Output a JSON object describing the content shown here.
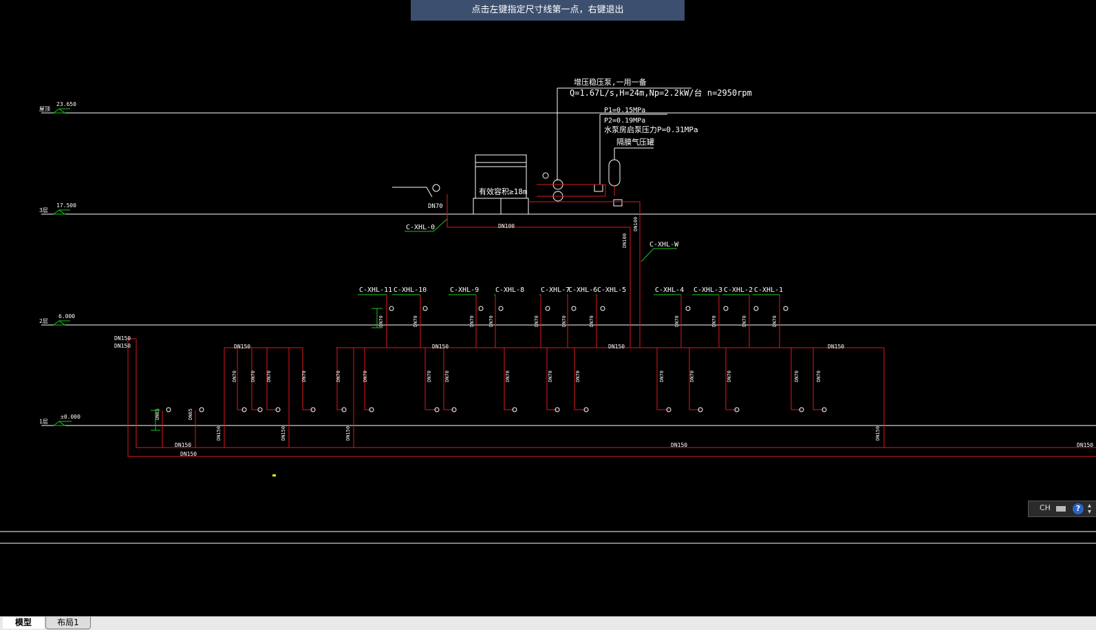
{
  "prompt": "点击左键指定尺寸线第一点，右键退出",
  "tabs": {
    "model": "模型",
    "layout1": "布局1"
  },
  "statusbar": {
    "lang": "CH",
    "help": "?"
  },
  "colors": {
    "pipe": "#e2191b",
    "riser_label": "#18c91e",
    "floor": "#ffffff",
    "text": "#ffffff",
    "bg": "#000000",
    "marker": "#ffff00"
  },
  "drawing": {
    "pump_note_title": "增压稳压泵,一用一备",
    "pump_note_spec": "Q=1.67L/s,H=24m,Np=2.2kW/台 n=2950rpm",
    "p1": "P1=0.15MPa",
    "p2": "P2=0.19MPa",
    "pump_pressure": "水泵房启泵压力P=0.31MPa",
    "tank_label": "隔膜气压罐",
    "water_tank": "有效容积≥18m",
    "floors": [
      {
        "name": "屋顶",
        "elev": "23.650"
      },
      {
        "name": "3层",
        "elev": "17.500"
      },
      {
        "name": "2层",
        "elev": "6.000"
      },
      {
        "name": "1层",
        "elev": "±0.000"
      }
    ],
    "c_xhl_0": "C-XHL-0",
    "c_xhl_w": "C-XHL-W",
    "risers": [
      "C-XHL-11",
      "C-XHL-10",
      "C-XHL-9",
      "C-XHL-8",
      "C-XHL-7",
      "C-XHL-6",
      "C-XHL-5",
      "C-XHL-4",
      "C-XHL-3",
      "C-XHL-2",
      "C-XHL-1"
    ],
    "dn70": "DN70",
    "dn100": "DN100",
    "dn150": "DN150",
    "dn65": "DN65"
  }
}
